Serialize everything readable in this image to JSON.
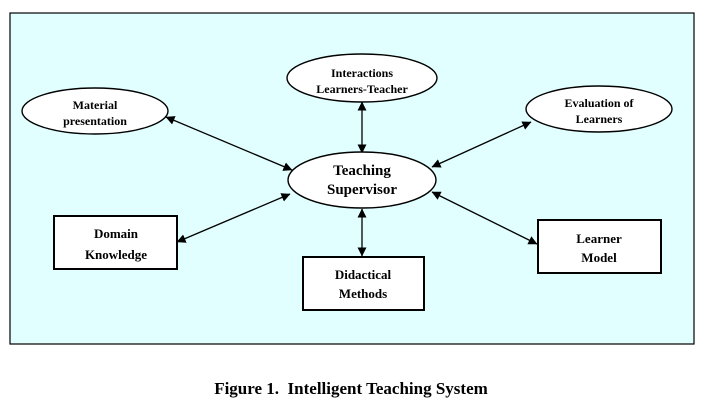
{
  "colors": {
    "panel_bg": "#e1ffff",
    "stroke": "#000000",
    "node_fill": "#ffffff"
  },
  "nodes": {
    "teaching_supervisor": {
      "lines": [
        "Teaching",
        "Supervisor"
      ]
    },
    "interactions": {
      "lines": [
        "Interactions",
        "Learners-Teacher"
      ]
    },
    "material_presentation": {
      "lines": [
        "Material",
        "presentation"
      ]
    },
    "evaluation": {
      "lines": [
        "Evaluation of",
        "Learners"
      ]
    },
    "domain_knowledge": {
      "lines": [
        "Domain",
        "Knowledge"
      ]
    },
    "didactical_methods": {
      "lines": [
        "Didactical",
        "Methods"
      ]
    },
    "learner_model": {
      "lines": [
        "Learner",
        "Model"
      ]
    }
  },
  "edges": [
    {
      "from": "teaching_supervisor",
      "to": "interactions",
      "direction": "bidirectional"
    },
    {
      "from": "teaching_supervisor",
      "to": "material_presentation",
      "direction": "bidirectional"
    },
    {
      "from": "teaching_supervisor",
      "to": "evaluation",
      "direction": "bidirectional"
    },
    {
      "from": "teaching_supervisor",
      "to": "domain_knowledge",
      "direction": "bidirectional"
    },
    {
      "from": "teaching_supervisor",
      "to": "didactical_methods",
      "direction": "bidirectional"
    },
    {
      "from": "teaching_supervisor",
      "to": "learner_model",
      "direction": "bidirectional"
    }
  ],
  "caption": "Figure 1.  Intelligent Teaching System"
}
